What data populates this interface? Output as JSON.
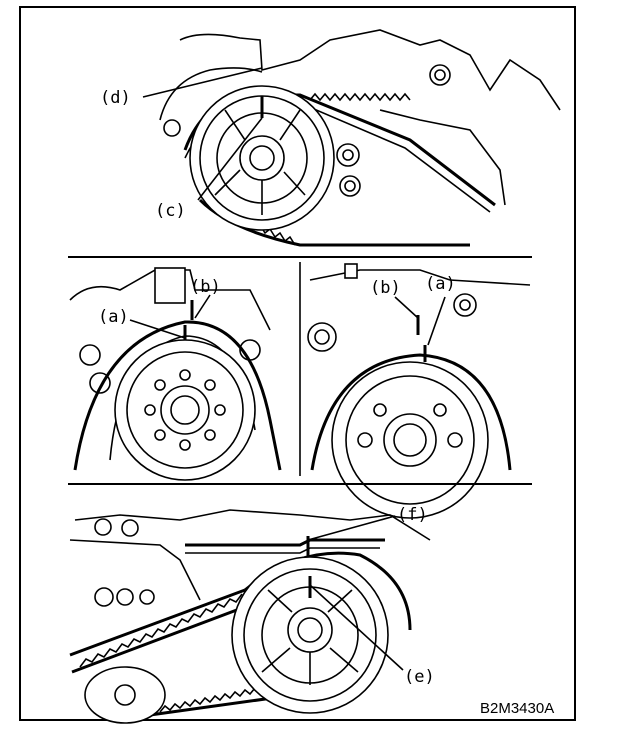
{
  "figure": {
    "code": "B2M3430A",
    "labels": {
      "d": "(d)",
      "c": "(c)",
      "a_left": "(a)",
      "b_left": "(b)",
      "b_right": "(b)",
      "a_right": "(a)",
      "f": "(f)",
      "e": "(e)"
    }
  }
}
